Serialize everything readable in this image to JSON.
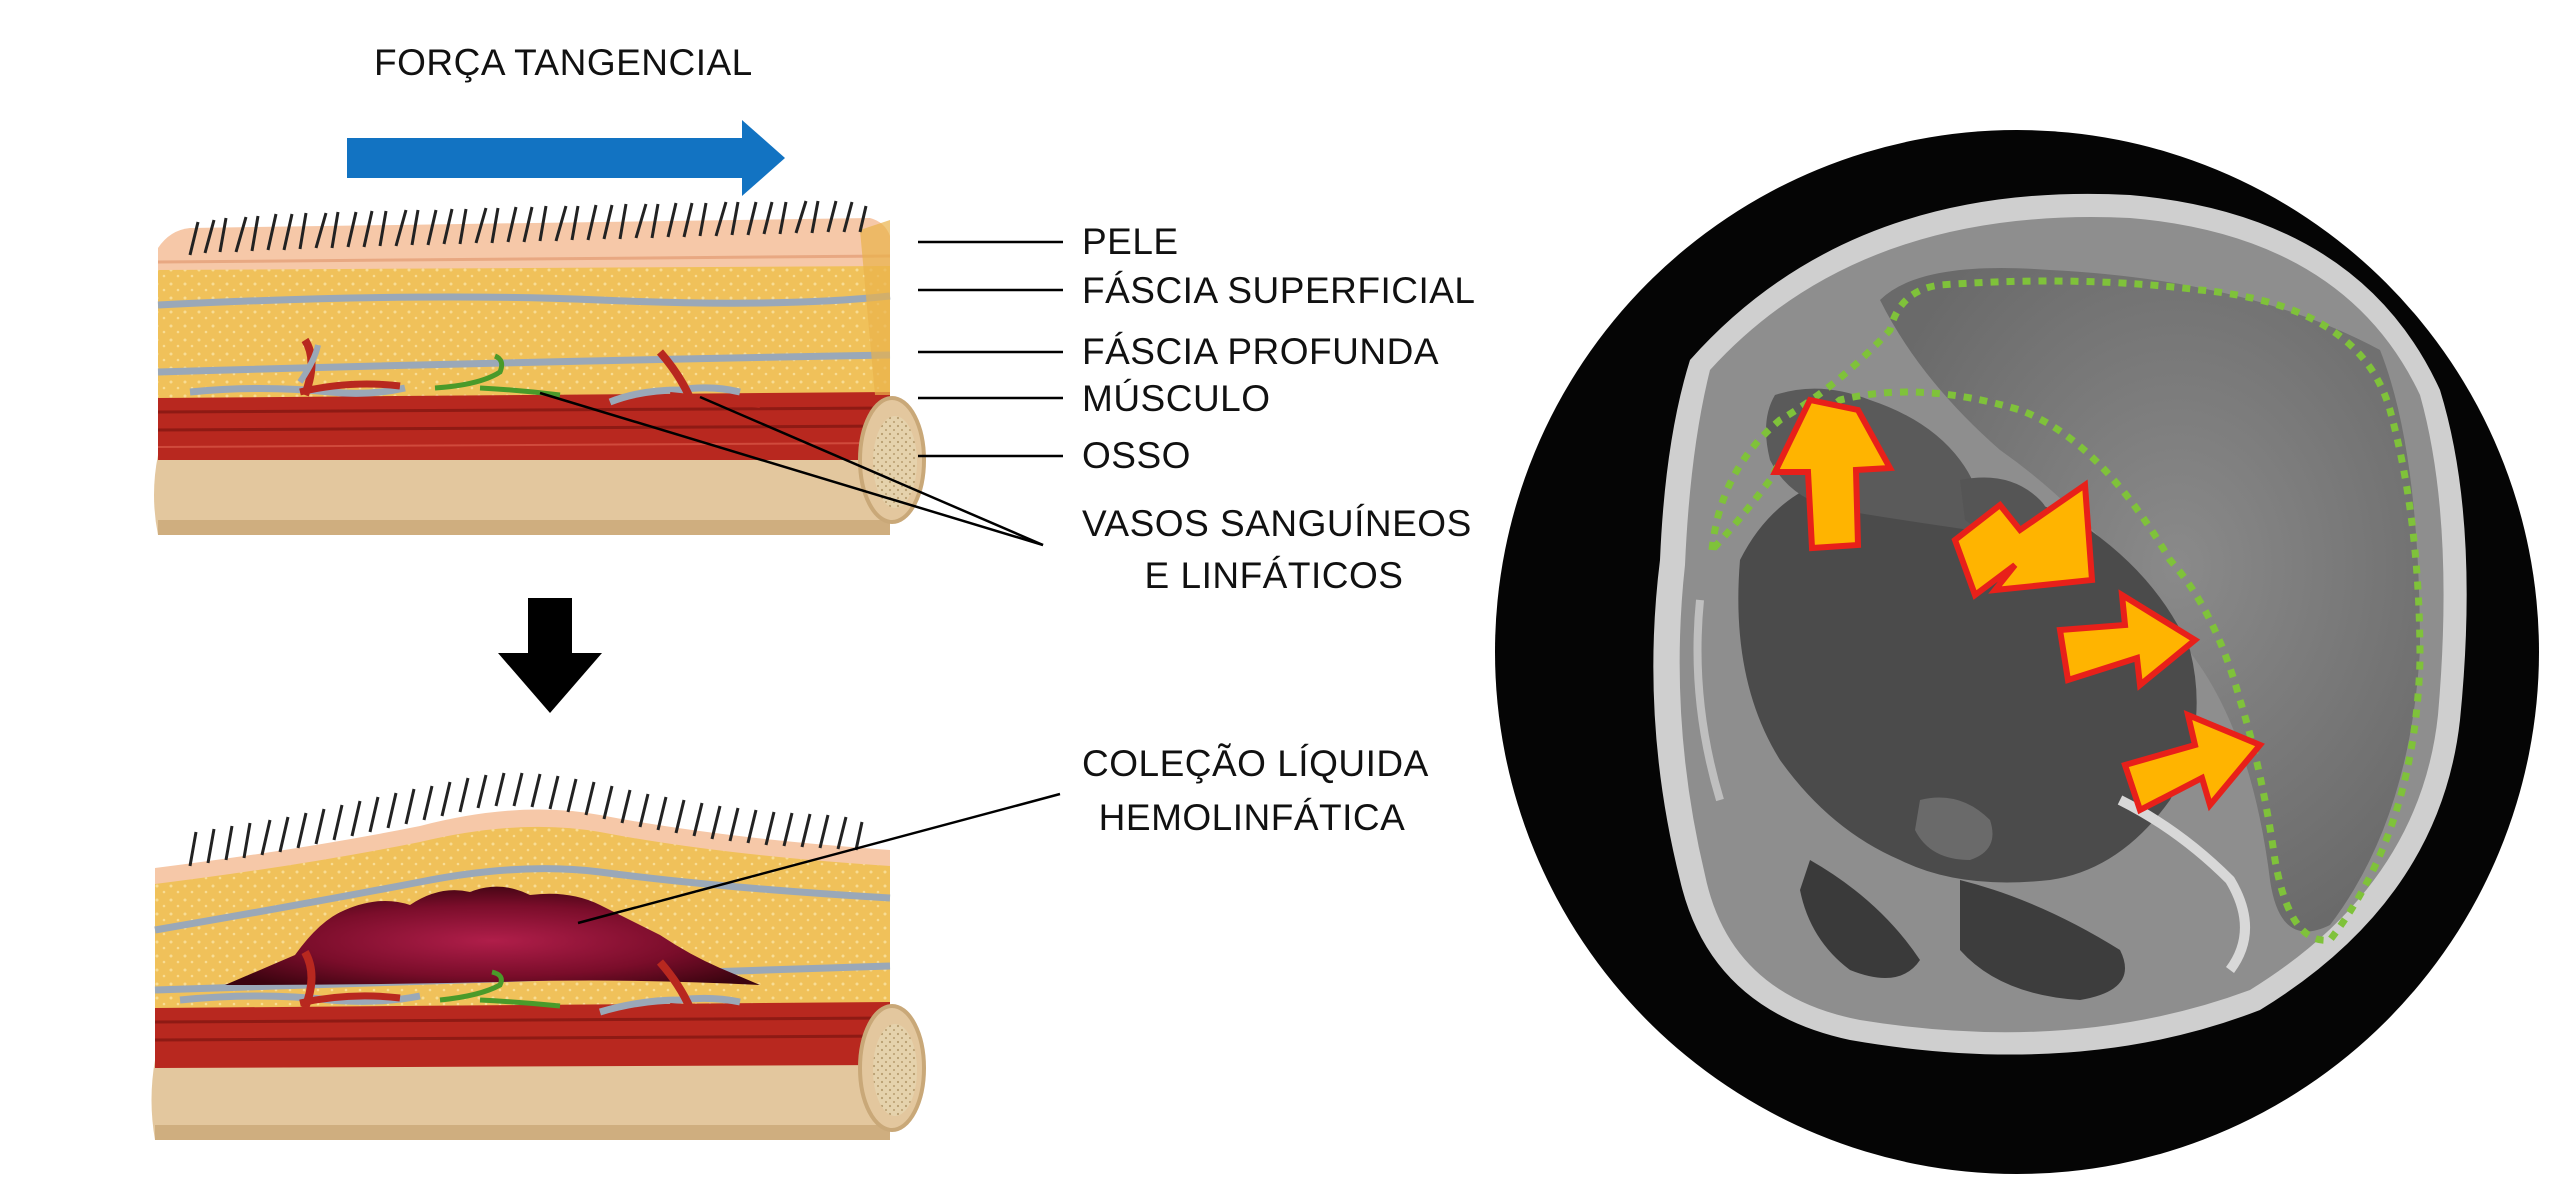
{
  "title": "FORÇA TANGENCIAL",
  "labels": {
    "pele": "PELE",
    "fascia_superficial": "FÁSCIA SUPERFICIAL",
    "fascia_profunda": "FÁSCIA PROFUNDA",
    "musculo": "MÚSCULO",
    "osso": "OSSO",
    "vasos_line1": "VASOS SANGUÍNEOS",
    "vasos_line2": "E LINFÁTICOS",
    "colecao_line1": "COLEÇÃO LÍQUIDA",
    "colecao_line2": "HEMOLINFÁTICA"
  },
  "colors": {
    "force_arrow": "#1273c2",
    "down_arrow": "#000000",
    "skin": "#f6c8a8",
    "fat": "#f0c15a",
    "fascia": "#9aa8b8",
    "muscle": "#b8281f",
    "bone": "#e3c79e",
    "collection": "#7a0d2a",
    "lymph_vessel": "#4a9a2a",
    "mri_arrow_fill": "#ffb400",
    "mri_arrow_stroke": "#e8201a",
    "mri_dotted_outline": "#7fc23a"
  },
  "icons": {
    "force_arrow": "right-arrow-icon",
    "down_arrow": "down-arrow-icon",
    "mri_arrows": "orange-arrow-icon"
  }
}
